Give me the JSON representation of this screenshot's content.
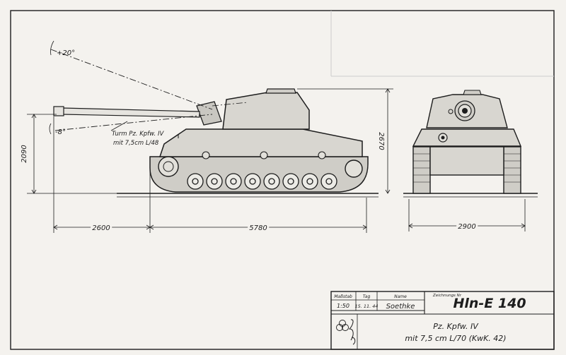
{
  "drawing": {
    "angles": {
      "elevation": "+20°",
      "depression": "-8°"
    },
    "turret_note": {
      "line1": "Turm Pz. Kpfw. IV",
      "line2": "mit 7,5cm L/48"
    },
    "dimensions": {
      "height_side": "2090",
      "height_total": "2670",
      "overhang": "2600",
      "hull_length": "5780",
      "width": "2900"
    }
  },
  "title_block": {
    "headers": {
      "scale": "Maßstab",
      "day": "Tag",
      "name": "Name",
      "drawing_no": "Zeichnungs Nr"
    },
    "values": {
      "scale": "1:50",
      "day": "15. 11. 44",
      "name": "Soethke",
      "drawing_no": "Hln-E 140"
    },
    "description": {
      "line1": "Pz. Kpfw. IV",
      "line2": "mit 7,5 cm L/70 (KwK. 42)"
    }
  }
}
